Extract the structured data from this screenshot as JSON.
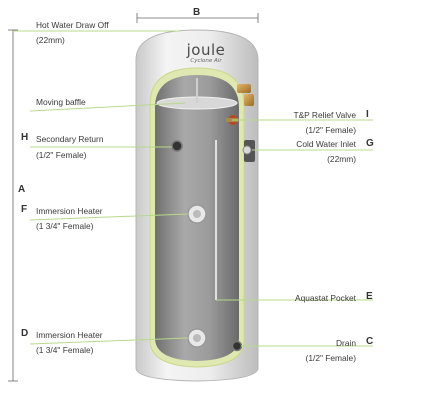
{
  "brand": {
    "logo": "joule",
    "model": "Cyclone Air"
  },
  "dimensions": {
    "height_letter": "A",
    "width_letter": "B"
  },
  "left_labels": [
    {
      "id": "draw_off",
      "letter": "",
      "line1": "Hot Water Draw Off",
      "line2": "(22mm)"
    },
    {
      "id": "baffle",
      "letter": "",
      "line1": "Moving baffle",
      "line2": ""
    },
    {
      "id": "secondary_return",
      "letter": "H",
      "line1": "Secondary Return",
      "line2": "(1/2\" Female)"
    },
    {
      "id": "immersion_upper",
      "letter": "F",
      "line1": "Immersion Heater",
      "line2": "(1 3/4\" Female)"
    },
    {
      "id": "immersion_lower",
      "letter": "D",
      "line1": "Immersion Heater",
      "line2": "(1 3/4\" Female)"
    }
  ],
  "right_labels": [
    {
      "id": "tp_relief",
      "letter": "I",
      "line1": "T&P Relief Valve",
      "line2": "(1/2\" Female)"
    },
    {
      "id": "cold_inlet",
      "letter": "G",
      "line1": "Cold Water Inlet",
      "line2": "(22mm)"
    },
    {
      "id": "aquastat",
      "letter": "E",
      "line1": "Aquastat Pocket",
      "line2": ""
    },
    {
      "id": "drain",
      "letter": "C",
      "line1": "Drain",
      "line2": "(1/2\" Female)"
    }
  ],
  "colors": {
    "leader_line": "#b8d98a",
    "dimension_line": "#666666",
    "cylinder_outer": "#e6e6e6",
    "cylinder_inner": "#8f8f8f",
    "insulation": "#dfe8b0"
  }
}
